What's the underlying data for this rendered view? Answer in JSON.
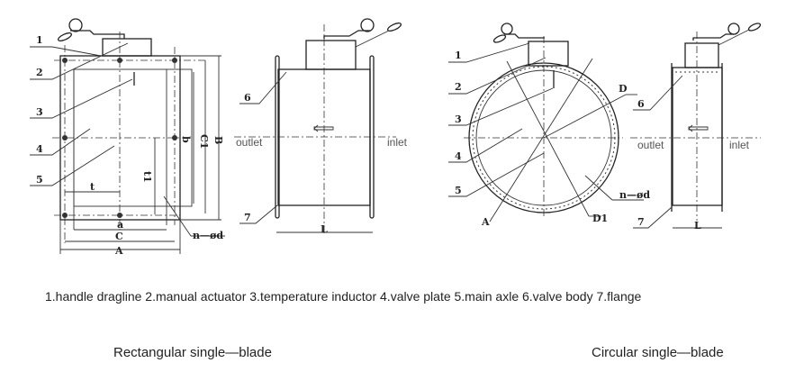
{
  "rectangular": {
    "callouts": [
      "1",
      "2",
      "3",
      "4",
      "5"
    ],
    "dims": {
      "b": "b",
      "C1": "C1",
      "B": "B",
      "t1": "t1",
      "t": "t",
      "a": "a",
      "C": "C",
      "A": "A",
      "hole": "n—ød"
    },
    "side": {
      "callouts": [
        "6",
        "7"
      ],
      "L": "L",
      "outlet": "outlet",
      "inlet": "inlet"
    }
  },
  "circular": {
    "callouts": [
      "1",
      "2",
      "3",
      "4",
      "5"
    ],
    "dims": {
      "D": "D",
      "D1": "D1",
      "A": "A",
      "hole": "n—ød"
    },
    "side": {
      "callouts": [
        "6",
        "7"
      ],
      "L": "L",
      "outlet": "outlet",
      "inlet": "inlet"
    }
  },
  "caption": "1.handle dragline 2.manual actuator 3.temperature inductor 4.valve plate 5.main axle 6.valve body 7.flange",
  "titles": {
    "left": "Rectangular single—blade",
    "right": "Circular single—blade"
  }
}
